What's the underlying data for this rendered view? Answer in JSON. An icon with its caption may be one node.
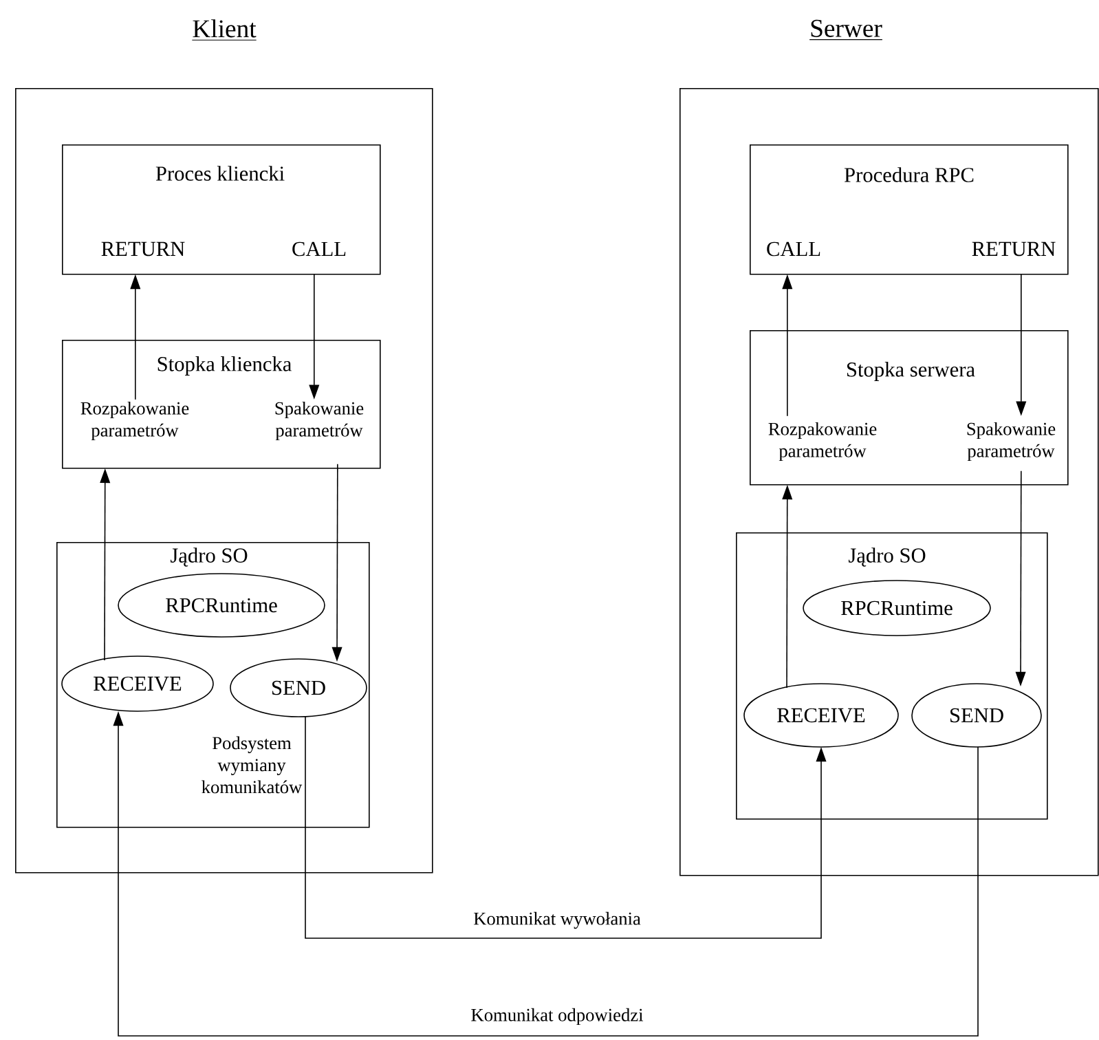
{
  "diagram": {
    "nodes": [
      {
        "text": [
          "Klient"
        ]
      },
      {
        "text": [
          "Proces kliencki",
          "RETURN",
          "CALL"
        ],
        "in": 0
      },
      {
        "text": [
          "Stopka kliencka",
          "Rozpakowanie parametrów",
          "Spakowanie parametrów"
        ],
        "in": 0
      },
      {
        "text": [
          "Jądro SO",
          "Podsystem wymiany komunikatów"
        ],
        "in": 0
      },
      {
        "text": [
          "RPCRuntime"
        ],
        "in": 3
      },
      {
        "text": [
          "RECEIVE"
        ],
        "in": 3
      },
      {
        "text": [
          "SEND"
        ],
        "in": 3
      },
      {
        "text": [
          "Serwer"
        ]
      },
      {
        "text": [
          "Procedura RPC",
          "CALL",
          "RETURN"
        ],
        "in": 7
      },
      {
        "text": [
          "Stopka serwera",
          "Rozpakowanie parametrów",
          "Spakowanie parametrów"
        ],
        "in": 7
      },
      {
        "text": [
          "Jądro SO"
        ],
        "in": 7
      },
      {
        "text": [
          "RPCRuntime"
        ],
        "in": 10
      },
      {
        "text": [
          "RECEIVE"
        ],
        "in": 10
      },
      {
        "text": [
          "SEND"
        ],
        "in": 10
      }
    ],
    "edges": [
      {
        "from": 2,
        "to": 1,
        "arrow": "to"
      },
      {
        "from": 1,
        "to": 2,
        "arrow": "to"
      },
      {
        "from": 5,
        "to": 2,
        "arrow": "to"
      },
      {
        "from": 2,
        "to": 6,
        "arrow": "to"
      },
      {
        "from": 6,
        "to": 12,
        "arrow": "to",
        "label": "Komunikat wywołania"
      },
      {
        "from": 9,
        "to": 8,
        "arrow": "to"
      },
      {
        "from": 8,
        "to": 9,
        "arrow": "to"
      },
      {
        "from": 12,
        "to": 9,
        "arrow": "to"
      },
      {
        "from": 9,
        "to": 13,
        "arrow": "to"
      },
      {
        "from": 13,
        "to": 5,
        "arrow": "to",
        "label": "Komunikat odpowiedzi"
      }
    ]
  }
}
